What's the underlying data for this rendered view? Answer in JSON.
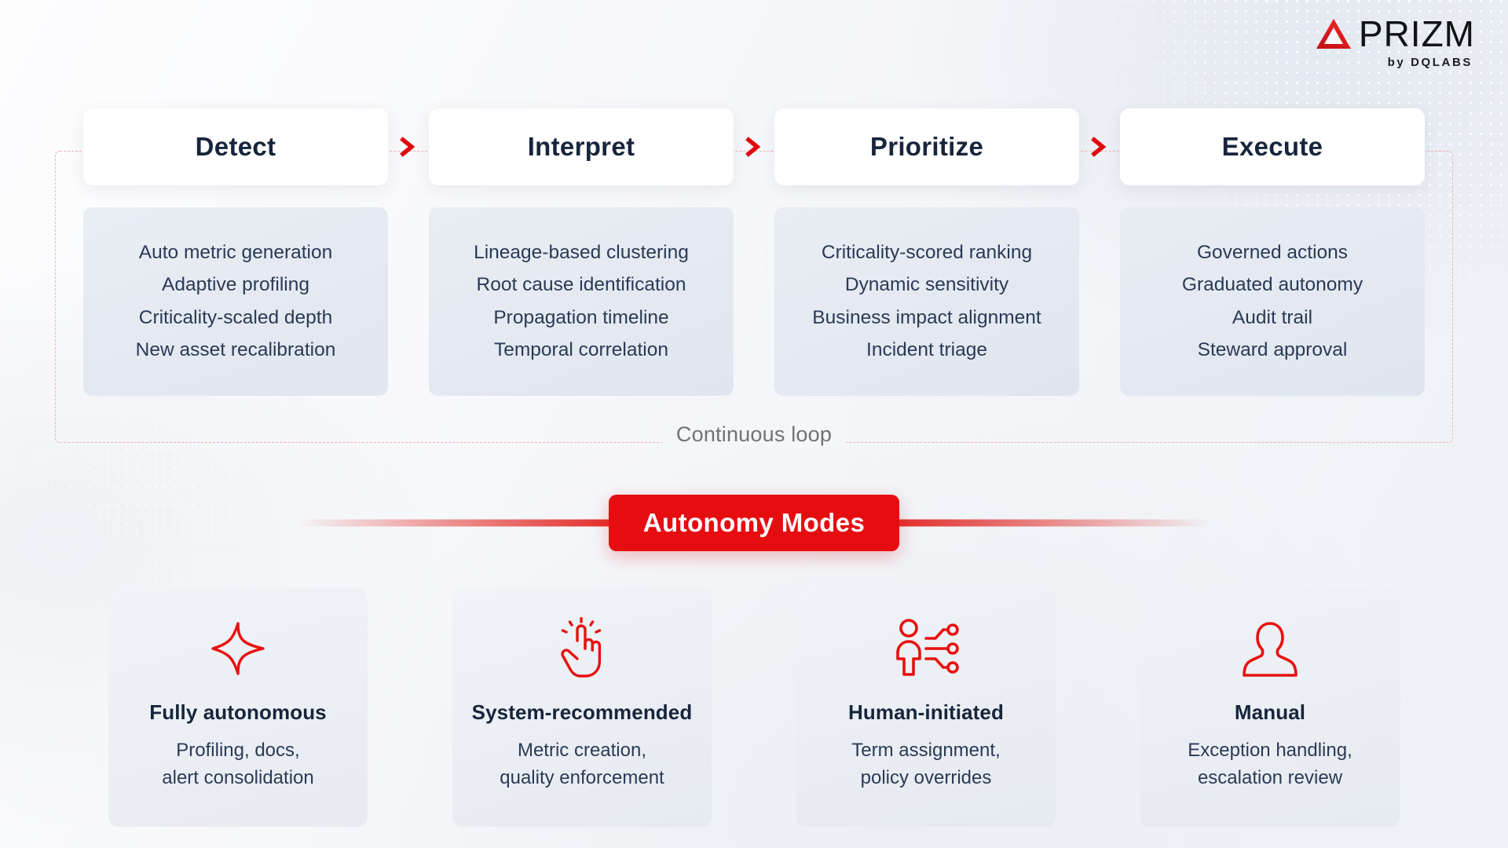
{
  "brand": {
    "name": "PRIZM",
    "tagline": "by DQLABS",
    "logo_icon": "prism-triangle-icon",
    "accent_color": "#e60d11",
    "text_color": "#17253c"
  },
  "loop": {
    "caption": "Continuous loop",
    "border_color": "#f0b3b3",
    "arrow_icon": "chevron-right-icon",
    "stages": [
      {
        "title": "Detect",
        "items": [
          "Auto metric generation",
          "Adaptive profiling",
          "Criticality-scaled depth",
          "New asset recalibration"
        ]
      },
      {
        "title": "Interpret",
        "items": [
          "Lineage-based clustering",
          "Root cause identification",
          "Propagation timeline",
          "Temporal correlation"
        ]
      },
      {
        "title": "Prioritize",
        "items": [
          "Criticality-scored ranking",
          "Dynamic sensitivity",
          "Business impact alignment",
          "Incident triage"
        ]
      },
      {
        "title": "Execute",
        "items": [
          "Governed actions",
          "Graduated autonomy",
          "Audit trail",
          "Steward approval"
        ]
      }
    ]
  },
  "banner": {
    "label": "Autonomy Modes",
    "background_color": "#e60d11",
    "text_color": "#ffffff"
  },
  "modes": [
    {
      "icon": "sparkle-star-icon",
      "title": "Fully autonomous",
      "desc_line1": "Profiling, docs,",
      "desc_line2": "alert consolidation"
    },
    {
      "icon": "pointing-hand-click-icon",
      "title": "System-recommended",
      "desc_line1": "Metric creation,",
      "desc_line2": "quality enforcement"
    },
    {
      "icon": "person-network-icon",
      "title": "Human-initiated",
      "desc_line1": "Term assignment,",
      "desc_line2": "policy overrides"
    },
    {
      "icon": "person-bust-icon",
      "title": "Manual",
      "desc_line1": "Exception handling,",
      "desc_line2": "escalation review"
    }
  ]
}
